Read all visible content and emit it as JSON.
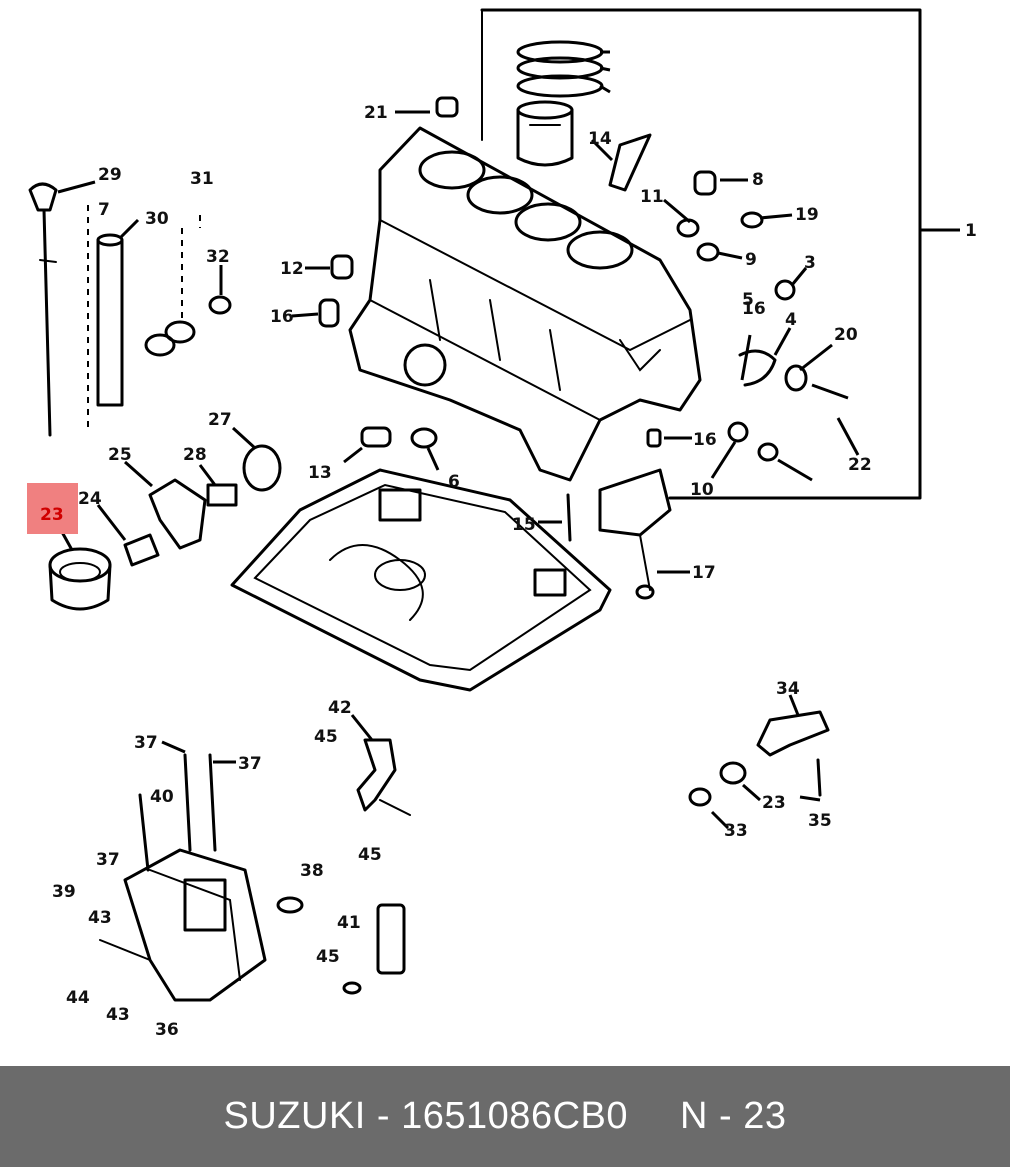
{
  "footer": {
    "brand": "SUZUKI",
    "dash": "-",
    "part_number": "1651086CB0",
    "ref_label": "N - 23"
  },
  "highlight": {
    "callout": "23",
    "color": "#f08080"
  },
  "callouts": {
    "c1": "1",
    "c3": "3",
    "c4": "4",
    "c5": "5",
    "c6": "6",
    "c8": "8",
    "c9": "9",
    "c10": "10",
    "c11": "11",
    "c12": "12",
    "c13": "13",
    "c14": "14",
    "c15": "15",
    "c16": "16",
    "c16b": "16",
    "c17": "17",
    "c19": "19",
    "c20": "20",
    "c21": "21",
    "c22": "22",
    "c23": "23",
    "c23b": "23",
    "c24": "24",
    "c25": "25",
    "c27": "27",
    "c28": "28",
    "c29": "29",
    "c30": "30",
    "c31": "31",
    "c32": "32",
    "c33": "33",
    "c34": "34",
    "c35": "35",
    "c36": "36",
    "c37a": "37",
    "c37b": "37",
    "c37c": "37",
    "c38": "38",
    "c39": "39",
    "c40": "40",
    "c41": "41",
    "c42": "42",
    "c43a": "43",
    "c43b": "43",
    "c44": "44",
    "c45a": "45",
    "c45b": "45",
    "c45c": "45",
    "c7": "7"
  }
}
